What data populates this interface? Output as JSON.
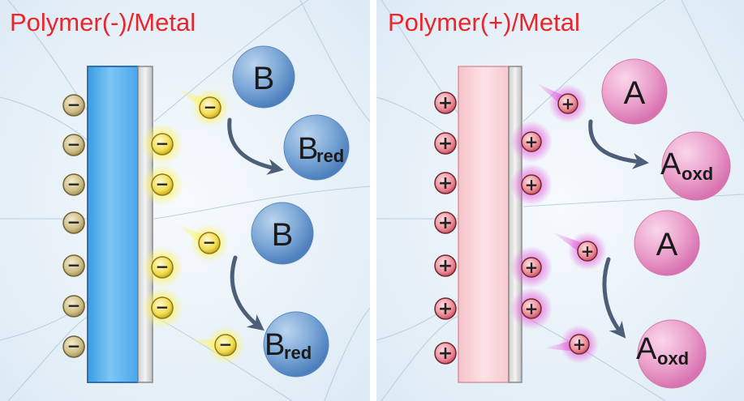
{
  "panels": [
    {
      "id": "left",
      "title": "Polymer(-)/Metal",
      "charge_symbol": "−",
      "reactant": "B",
      "product_main": "B",
      "product_sub": "red",
      "polymer_color": "#5eb4ef",
      "charge_color": "#f2dc50",
      "surface_glow_color": "#fff36b",
      "molecule_color": "#6f9ed2"
    },
    {
      "id": "right",
      "title": "Polymer(+)/Metal",
      "charge_symbol": "+",
      "reactant": "A",
      "product_main": "A",
      "product_sub": "oxd",
      "polymer_color": "#f9d2d8",
      "charge_color": "#ee8a96",
      "surface_glow_color": "#e564dc",
      "molecule_color": "#e79ac3"
    }
  ],
  "colors": {
    "background": "#eaf3fa",
    "title_red": "#e8262b",
    "arrow": "#4d5f78",
    "metal": "#e6e6e6",
    "divider": "#ffffff"
  }
}
